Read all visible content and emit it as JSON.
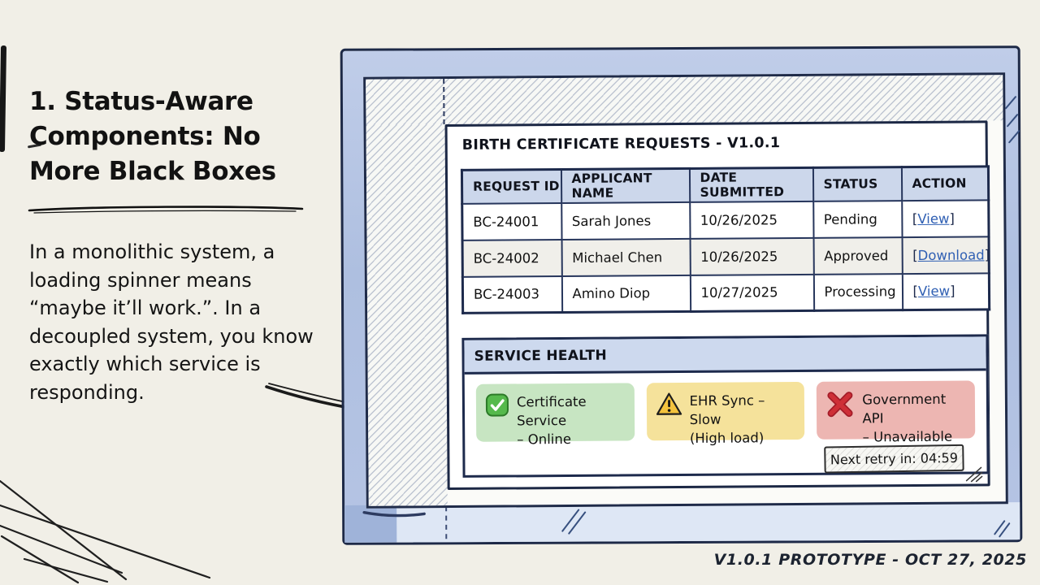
{
  "left_panel": {
    "heading_lines": [
      "1. Status-Aware",
      "Components: No",
      "More Black Boxes"
    ],
    "paragraph_lines": [
      "In a monolithic system, a",
      "loading spinner means",
      "“maybe it’ll work.”. In a",
      "decoupled system, you know",
      "exactly which service is",
      "responding."
    ]
  },
  "window": {
    "title": "BIRTH CERTIFICATE REQUESTS - V1.0.1",
    "table": {
      "columns": [
        "REQUEST ID",
        "APPLICANT NAME",
        "DATE SUBMITTED",
        "STATUS",
        "ACTION"
      ],
      "bracket_open": "[",
      "bracket_close": "]",
      "rows": [
        {
          "id": "BC-24001",
          "name": "Sarah Jones",
          "date": "10/26/2025",
          "status": "Pending",
          "action": "View"
        },
        {
          "id": "BC-24002",
          "name": "Michael Chen",
          "date": "10/26/2025",
          "status": "Approved",
          "action": "Download"
        },
        {
          "id": "BC-24003",
          "name": "Amino Diop",
          "date": "10/27/2025",
          "status": "Processing",
          "action": "View"
        }
      ]
    },
    "service_health": {
      "title": "SERVICE HEALTH",
      "services": [
        {
          "icon": "check-icon",
          "state": "online",
          "color": "#c7e5c2",
          "name_lines": [
            "Certificate Service",
            "– Online"
          ]
        },
        {
          "icon": "warning-icon",
          "state": "slow",
          "color": "#f5e29b",
          "name_lines": [
            "EHR Sync – Slow",
            "(High load)"
          ]
        },
        {
          "icon": "cross-icon",
          "state": "unavailable",
          "color": "#edb6b2",
          "name_lines": [
            "Government API",
            "– Unavailable"
          ]
        }
      ],
      "retry_label": "Next retry in: 04:59"
    }
  },
  "footer": {
    "label": "V1.0.1 PROTOTYPE - OCT 27, 2025"
  },
  "colors": {
    "background": "#f1efe7",
    "frame_fill": "#b2c2e2",
    "panel_border": "#1d2a4c",
    "table_header_fill": "#ccd7eb",
    "link": "#2f5fb3",
    "status_ok": "#c7e5c2",
    "status_warn": "#f5e29b",
    "status_err": "#edb6b2"
  }
}
